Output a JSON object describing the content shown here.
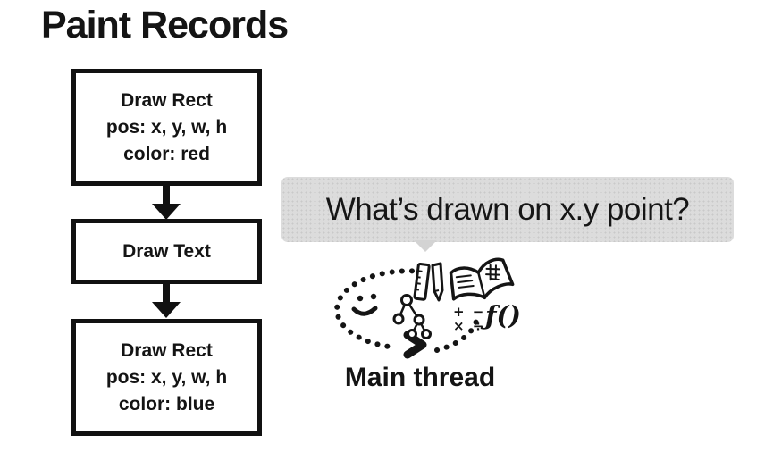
{
  "slide": {
    "title": "Paint Records"
  },
  "flowchart": {
    "boxes": [
      {
        "name": "draw-rect-red",
        "lines": [
          "Draw Rect",
          "pos: x, y, w, h",
          "color: red"
        ]
      },
      {
        "name": "draw-text",
        "lines": [
          "Draw Text"
        ]
      },
      {
        "name": "draw-rect-blue",
        "lines": [
          "Draw Rect",
          "pos: x, y, w, h",
          "color: blue"
        ]
      }
    ]
  },
  "speech_bubble": {
    "text": "What’s drawn on x.y point?"
  },
  "main_thread": {
    "label": "Main thread",
    "math_row1": "+ −",
    "math_row2": "× ÷",
    "function_text": "ƒ()",
    "icons": [
      "dotted-loop-icon",
      "smiley-face-icon",
      "chevron-right-icon",
      "ruler-icon",
      "pencil-icon",
      "open-book-icon",
      "tree-diagram-icon",
      "math-symbols-icon",
      "function-icon"
    ]
  },
  "colors": {
    "ink": "#141414",
    "box_border": "#111111",
    "bubble_bg": "#dcdcdc",
    "bubble_dot": "#c9c9c9",
    "background": "#ffffff"
  }
}
